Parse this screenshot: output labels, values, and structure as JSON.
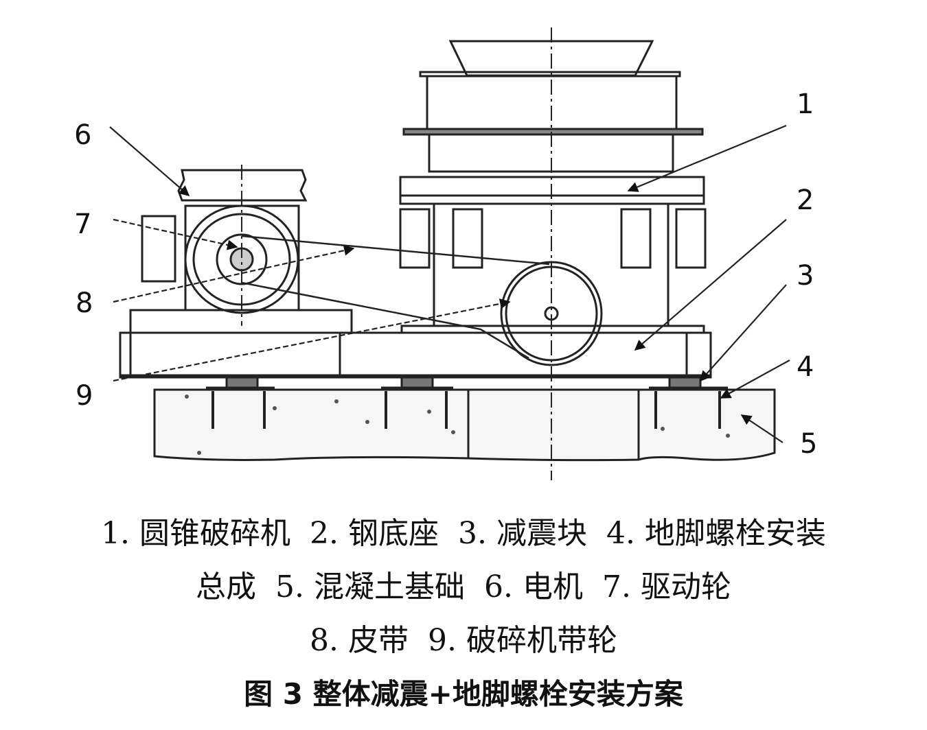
{
  "callouts": [
    "1",
    "2",
    "3",
    "4",
    "5",
    "6",
    "7",
    "8",
    "9"
  ],
  "legend": {
    "line1": [
      "1. 圆锥破碎机",
      "2. 钢底座",
      "3. 减震块",
      "4. 地脚螺栓安装"
    ],
    "line2": [
      "总成",
      "5. 混凝土基础",
      "6. 电机",
      "7. 驱动轮"
    ],
    "line3": [
      "8. 皮带",
      "9. 破碎机带轮"
    ]
  },
  "figure_title": "图 3  整体减震+地脚螺栓安装方案"
}
